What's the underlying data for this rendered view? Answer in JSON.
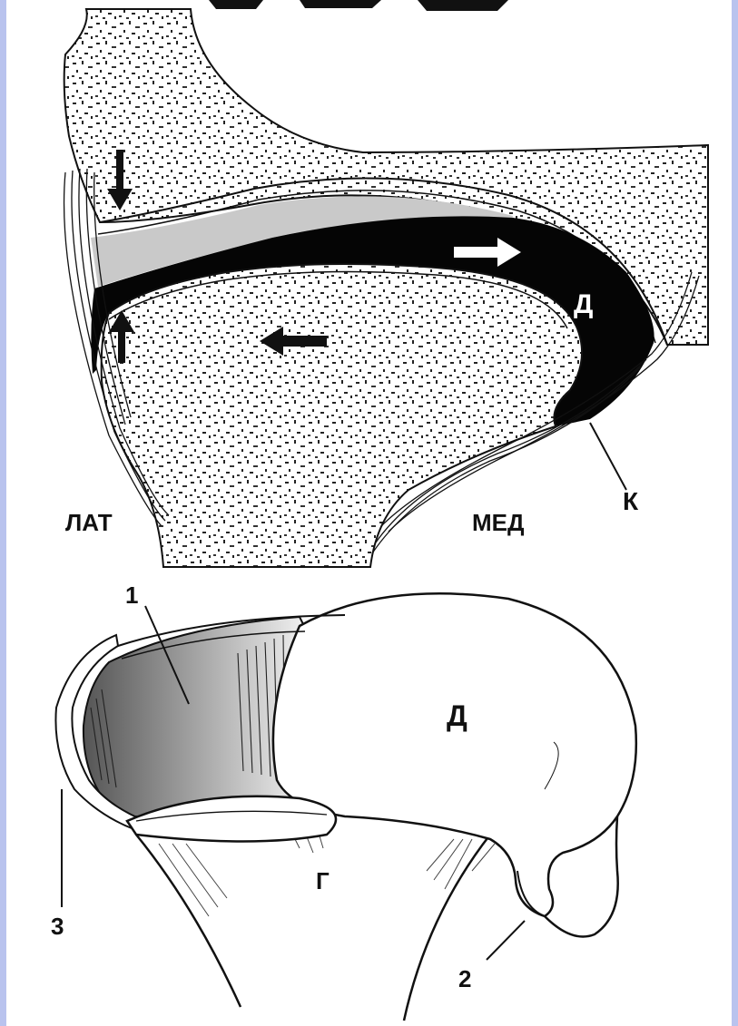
{
  "colors": {
    "background": "#ffffff",
    "edge": "#b9c3ee",
    "ink": "#111111",
    "disc": "#050505",
    "space": "#c9c9c9"
  },
  "top": {
    "label_lat": "ЛАТ",
    "label_med": "МЕД",
    "label_disc": "Д",
    "label_k": "К"
  },
  "bottom": {
    "label_1": "1",
    "label_d": "Д",
    "label_g": "Г",
    "label_2": "2",
    "label_3": "3"
  }
}
